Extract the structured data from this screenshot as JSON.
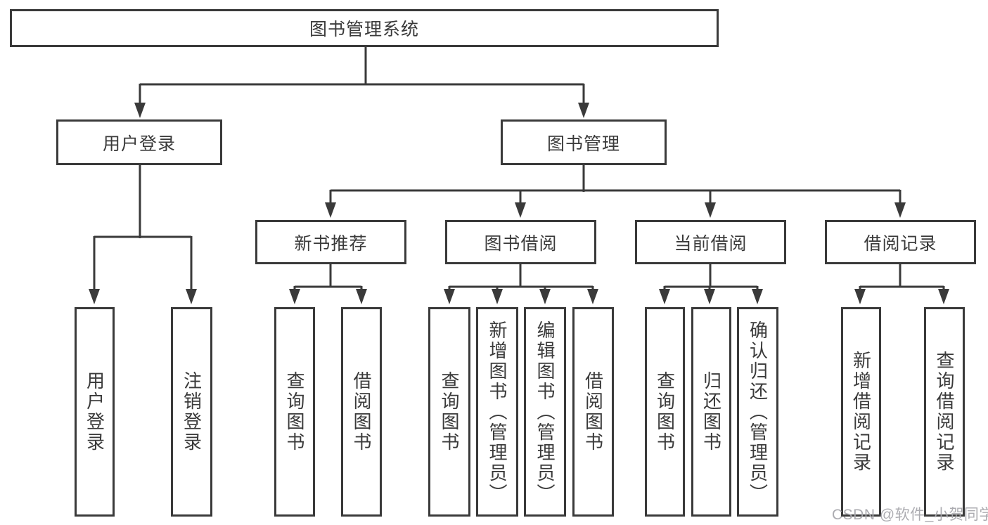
{
  "colors": {
    "line": "#3a3a3a",
    "text": "#3a3a3a",
    "box_background": "#ffffff",
    "watermark": "#a8a8ad",
    "background": "#ffffff"
  },
  "watermark": "CSDN @软件_小贺同学",
  "tree": {
    "label": "图书管理系统",
    "children": [
      {
        "label": "用户登录",
        "children": [
          {
            "label": "用户登录"
          },
          {
            "label": "注销登录"
          }
        ]
      },
      {
        "label": "图书管理",
        "children": [
          {
            "label": "新书推荐",
            "children": [
              {
                "label": "查询图书"
              },
              {
                "label": "借阅图书"
              }
            ]
          },
          {
            "label": "图书借阅",
            "children": [
              {
                "label": "查询图书"
              },
              {
                "label": "新增图书（管理员）"
              },
              {
                "label": "编辑图书（管理员）"
              },
              {
                "label": "借阅图书"
              }
            ]
          },
          {
            "label": "当前借阅",
            "children": [
              {
                "label": "查询图书"
              },
              {
                "label": "归还图书"
              },
              {
                "label": "确认归还（管理员）"
              }
            ]
          },
          {
            "label": "借阅记录",
            "children": [
              {
                "label": "新增借阅记录"
              },
              {
                "label": "查询借阅记录"
              }
            ]
          }
        ]
      }
    ]
  }
}
